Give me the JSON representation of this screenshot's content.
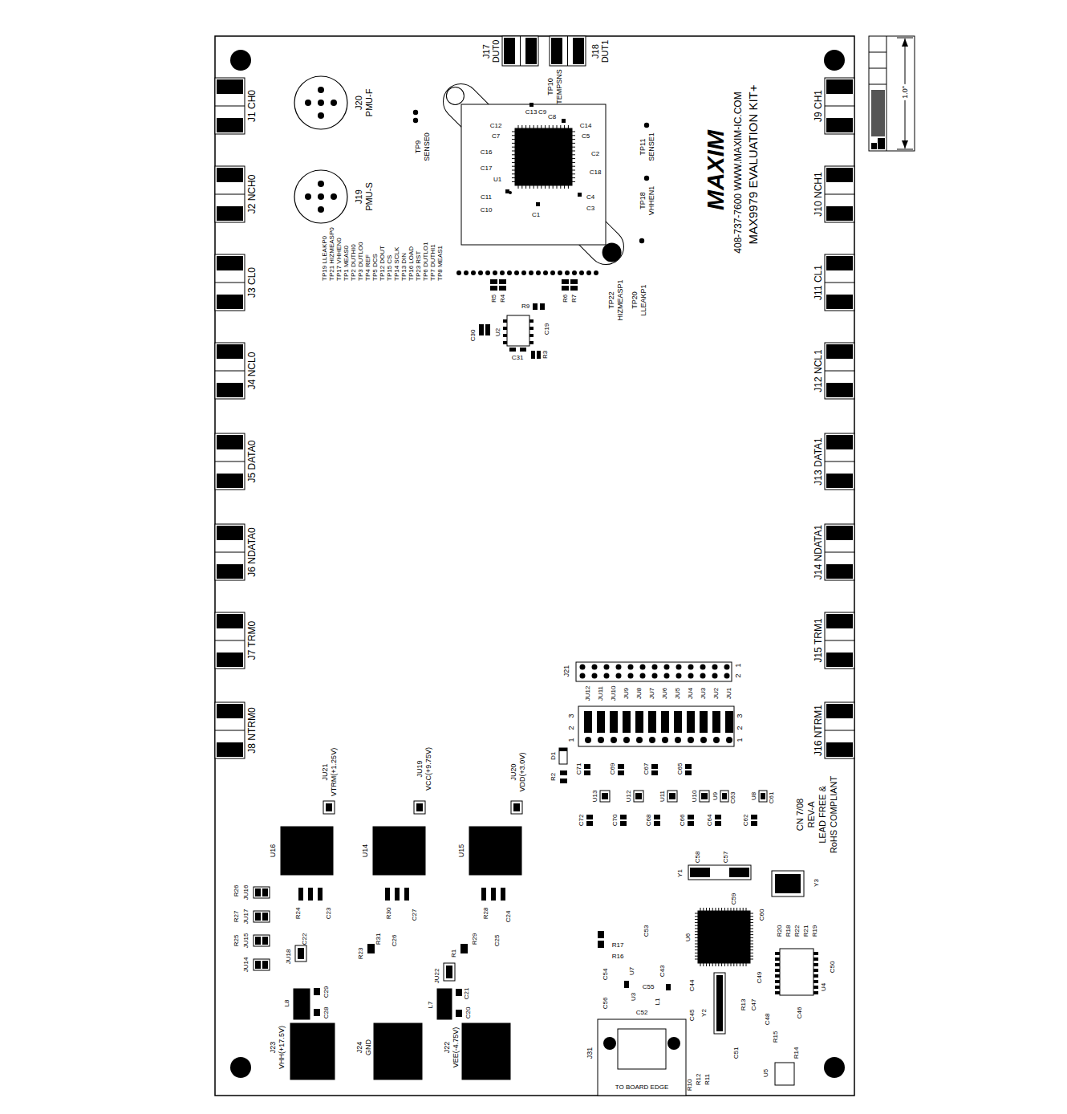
{
  "diagram": {
    "labels": [
      "J1 CH0",
      "J2 NCH0",
      "J3 CL0",
      "J4 NCL0",
      "J5 DATA0",
      "J6 NDATA0",
      "J7 TRM0",
      "J8 NTRM0",
      "J9 CH1",
      "J10 NCH1",
      "J11 CL1",
      "J12 NCL1",
      "J13 DATA1",
      "J14 NDATA1",
      "J15 TRM1",
      "J16 NTRM1",
      "J17",
      "DUT0",
      "J18",
      "DUT1",
      "J20",
      "PMU-F",
      "J19",
      "PMU-S",
      "TP9",
      "SENSE0",
      "TP10",
      "TEMPSNS",
      "TP11",
      "SENSE1",
      "TP18",
      "VHHEN1",
      "TP22",
      "HIZMEASP1",
      "TP20",
      "LLEAKP1",
      "TP19 LLEAKP0",
      "TP21 HIZMEASP0",
      "TP17 VHHEN0",
      "TP1 MEAS0",
      "TP2 DUTHI0",
      "TP3 DUTLO0",
      "TP4 REF",
      "TP5 DCS",
      "TP12 DOUT",
      "TP15 CS",
      "TP14 SCLK",
      "TP13 DIN",
      "TP16 LOAD",
      "TP23 RST",
      "TP6 DUTLO1",
      "TP7 DUTHI1",
      "TP8 MEAS1",
      "C13",
      "C9",
      "C8",
      "C12",
      "C14",
      "C7",
      "C5",
      "C16",
      "C2",
      "C17",
      "C18",
      "U1",
      "C11",
      "C10",
      "C4",
      "C3",
      "C1",
      "R5",
      "R4",
      "R6",
      "R7",
      "R9",
      "U2",
      "C19",
      "C30",
      "C31",
      "R3",
      "MAXIM",
      "408-737-7600 WWW.MAXIM-IC.COM",
      "MAX9979 EVALUATION KIT+",
      "J21",
      "2",
      "1",
      "JU12",
      "JU11",
      "JU10",
      "JU9",
      "JU8",
      "JU7",
      "JU6",
      "JU5",
      "JU4",
      "JU3",
      "JU2",
      "JU1",
      "3",
      "2",
      "1",
      "3",
      "2",
      "1",
      "D1",
      "R2",
      "C71",
      "C69",
      "C67",
      "C65",
      "U13",
      "U12",
      "U11",
      "U10",
      "U9",
      "U8",
      "C72",
      "C70",
      "C68",
      "C66",
      "C64",
      "C62",
      "C63",
      "C61",
      "CN 7/08",
      "REV-A",
      "LEAD FREE &",
      "RoHS COMPLIANT",
      "U16",
      "U14",
      "U15",
      "JU21",
      "VTRM(+1.25V)",
      "JU19",
      "VCC(+9.75V)",
      "JU20",
      "VDD(+3.0V)",
      "R26",
      "R27",
      "R25",
      "JU16",
      "JU17",
      "JU15",
      "JU14",
      "R24",
      "C23",
      "C22",
      "R30",
      "C27",
      "R31",
      "C26",
      "R23",
      "R28",
      "C24",
      "R29",
      "C25",
      "R1",
      "JU18",
      "C29",
      "L8",
      "C28",
      "JU22",
      "C21",
      "L7",
      "C20",
      "J23",
      "VHH(+17.5V)",
      "J24",
      "GND",
      "J22",
      "VEE(-4.75V)",
      "J31",
      "TO BOARD EDGE",
      "C58",
      "C57",
      "Y1",
      "Y3",
      "C59",
      "U6",
      "C60",
      "R20",
      "R18",
      "R22",
      "R21",
      "R19",
      "R17",
      "R16",
      "C53",
      "C54",
      "U7",
      "C43",
      "C55",
      "U3",
      "L1",
      "C56",
      "C52",
      "C44",
      "C45",
      "Y2",
      "C49",
      "R13",
      "C47",
      "C48",
      "C46",
      "U4",
      "C50",
      "R15",
      "R14",
      "C51",
      "U5",
      "R10",
      "R12",
      "R11",
      "1.0\""
    ]
  }
}
